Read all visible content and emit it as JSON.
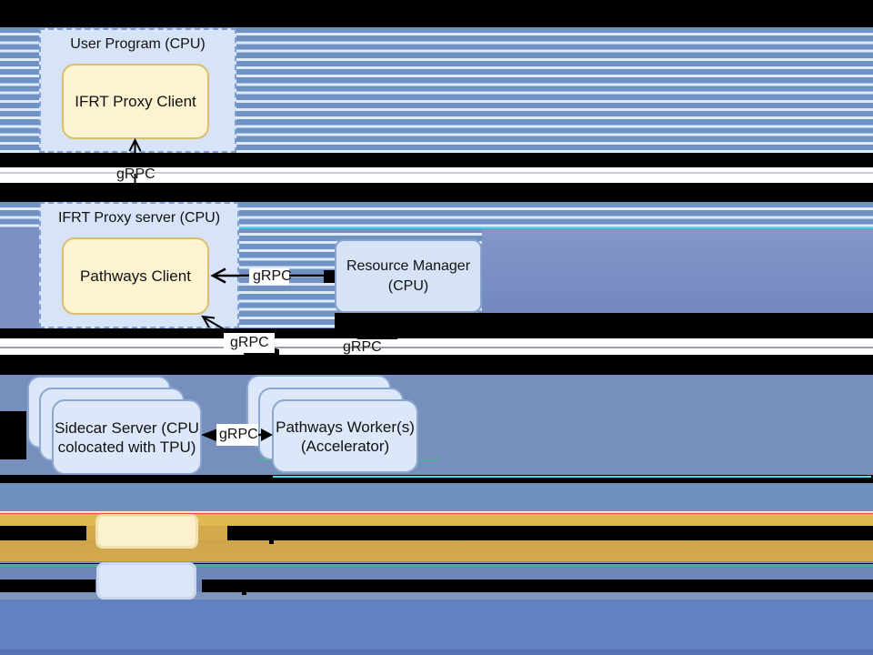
{
  "diagram_title": "IFRT Proxy / Pathways architecture diagram",
  "nodes": {
    "user_program": {
      "title": "User Program (CPU)",
      "child": "IFRT Proxy Client"
    },
    "ifrt_proxy_server": {
      "title": "IFRT Proxy server (CPU)",
      "child": "Pathways Client"
    },
    "resource_manager": {
      "line1": "Resource Manager",
      "line2": "(CPU)"
    },
    "sidecar_server": {
      "line1": "Sidecar Server (CPU",
      "line2": "colocated with TPU)"
    },
    "pathways_workers": {
      "line1": "Pathways Worker(s)",
      "line2": "(Accelerator)"
    }
  },
  "edges": {
    "client_to_proxy": "gRPC",
    "rm_to_pathways_client": "gRPC",
    "pathways_client_down": "gRPC",
    "rm_down": "gRPC",
    "sidecar_workers": "gRPC"
  },
  "legend": {
    "rows": [
      {
        "swatch_color": "#fbf1cd",
        "text_state": "redacted"
      },
      {
        "swatch_color": "#dbe6f8",
        "text_state": "redacted"
      }
    ]
  },
  "colors": {
    "stripe_blue": "#7091c3",
    "stripe_light": "#dde9f8",
    "node_fill_blue": "#d7e3f6",
    "node_fill_yellow": "#fdf3d1",
    "node_border_yellow": "#d9be6d",
    "node_border_blue": "#87a3cc",
    "legend_gold": "#d2a94b",
    "slate_blue": "#768fbc",
    "periwinkle": "#6281c1",
    "glitch_cyan": "#3fe3ee"
  }
}
